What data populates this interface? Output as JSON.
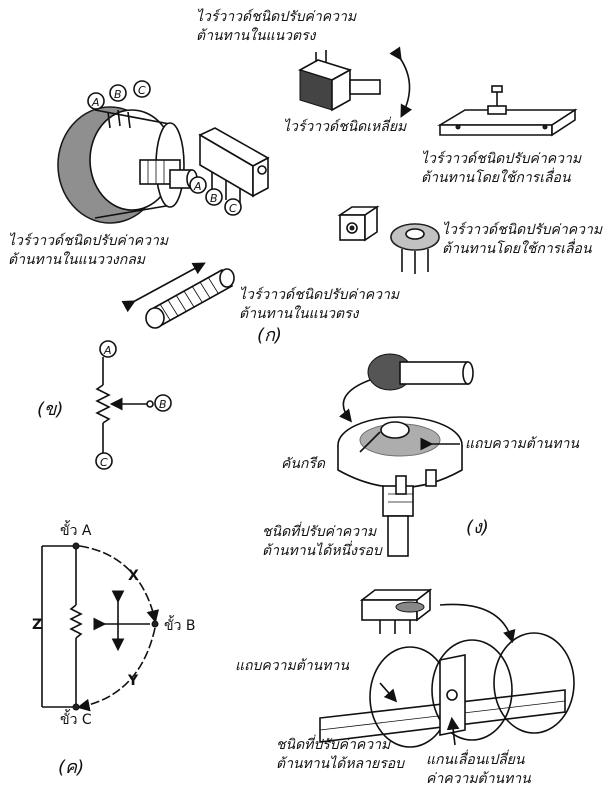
{
  "labels": {
    "linear_top": [
      "ไวร์วาวด์ชนิดปรับค่าความ",
      "ต้านทานในแนวตรง"
    ],
    "square": "ไวร์วาวด์ชนิดเหลี่ยม",
    "slide_top": [
      "ไวร์วาวด์ชนิดปรับค่าความ",
      "ต้านทานโดยใช้การเลื่อน"
    ],
    "rotary": [
      "ไวร์วาวด์ชนิดปรับค่าความ",
      "ต้านทานในแนววงกลม"
    ],
    "slide_bottom": [
      "ไวร์วาวด์ชนิดปรับค่าความ",
      "ต้านทานโดยใช้การเลื่อน"
    ],
    "linear_bottom": [
      "ไวร์วาวด์ชนิดปรับค่าความ",
      "ต้านทานในแนวตรง"
    ],
    "wiper": "คันกรีด",
    "track": "แถบความต้านทาน",
    "single_turn": [
      "ชนิดที่ปรับค่าความ",
      "ต้านทานได้หนึ่งรอบ"
    ],
    "multi_track": "แถบความต้านทาน",
    "multi_turn": [
      "ชนิดที่ปรับค่าความ",
      "ต้านทานได้หลายรอบ"
    ],
    "slider": [
      "แกนเลื่อนเปลี่ยน",
      "ค่าความต้านทาน"
    ]
  },
  "captions": {
    "a": "(ก)",
    "b": "(ข)",
    "c": "(ค)",
    "d": "(ง)"
  },
  "pins": {
    "A": "A",
    "B": "B",
    "C": "C"
  },
  "terminals": {
    "A": "ขั้ว A",
    "B": "ขั้ว B",
    "C": "ขั้ว C"
  },
  "vars": {
    "X": "X",
    "Y": "Y",
    "Z": "Z"
  }
}
